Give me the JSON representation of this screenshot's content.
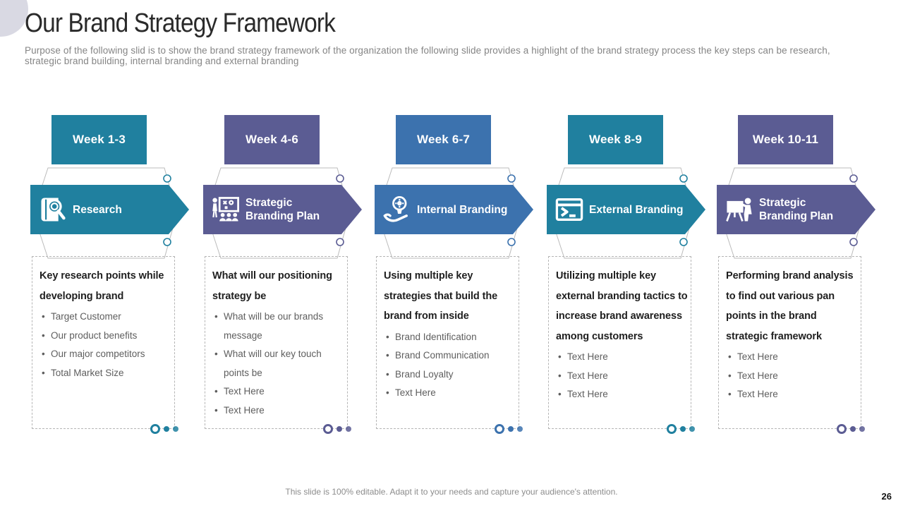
{
  "slide": {
    "title": "Our Brand Strategy Framework",
    "subtitle": "Purpose of the following slid is to show the brand strategy framework of the organization the following slide provides a highlight of the brand strategy process the key steps can be research, strategic brand building, internal branding and external branding",
    "footer": "This slide is 100% editable. Adapt it to your needs and capture your audience's attention.",
    "page_number": "26"
  },
  "colors": {
    "teal": "#20809F",
    "purple": "#5B5C93",
    "blue": "#3C72AE",
    "deco_circle": "#D9D9E3"
  },
  "columns": [
    {
      "week": "Week 1-3",
      "stage": "Research",
      "accent": "#20809F",
      "icon": "research-magnifier-icon",
      "heading": "Key research points while developing brand",
      "bullets": [
        "Target Customer",
        "Our product benefits",
        "Our major competitors",
        "Total Market Size"
      ]
    },
    {
      "week": "Week 4-6",
      "stage": "Strategic Branding Plan",
      "accent": "#5B5C93",
      "icon": "strategy-board-icon",
      "heading": "What will our positioning strategy be",
      "bullets": [
        "What will be our brands message",
        "What will our key touch points be",
        "Text Here",
        "Text Here"
      ]
    },
    {
      "week": "Week 6-7",
      "stage": "Internal Branding",
      "accent": "#3C72AE",
      "icon": "idea-hand-icon",
      "heading": "Using multiple key strategies that build the brand from inside",
      "bullets": [
        "Brand Identification",
        "Brand Communication",
        "Brand Loyalty",
        "Text Here"
      ]
    },
    {
      "week": "Week 8-9",
      "stage": "External Branding",
      "accent": "#20809F",
      "icon": "terminal-icon",
      "heading": "Utilizing multiple key external branding tactics to increase brand awareness among customers",
      "bullets": [
        "Text Here",
        "Text Here",
        "Text Here"
      ]
    },
    {
      "week": "Week 10-11",
      "stage": "Strategic Branding Plan",
      "accent": "#5B5C93",
      "icon": "presenter-easel-icon",
      "heading": "Performing brand analysis to  find out various pan points in the brand strategic framework",
      "bullets": [
        "Text Here",
        "Text Here",
        "Text Here"
      ]
    }
  ]
}
